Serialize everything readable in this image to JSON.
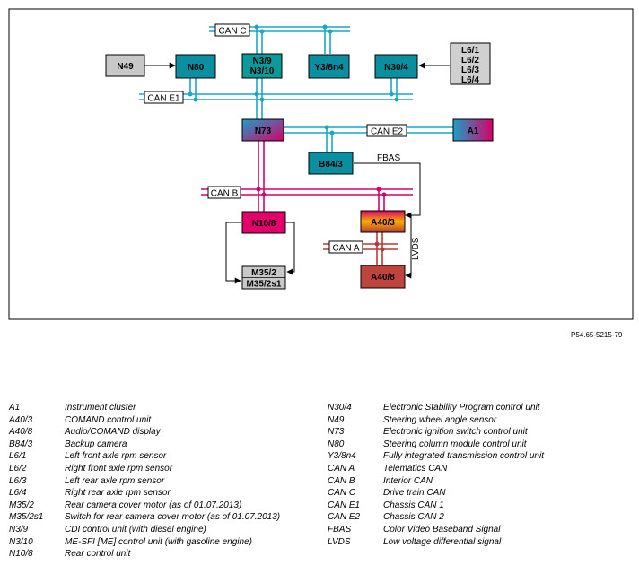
{
  "buses": {
    "can_c": "CAN C",
    "can_e1": "CAN E1",
    "can_e2": "CAN E2",
    "can_b": "CAN B",
    "can_a": "CAN A",
    "fbas": "FBAS",
    "lvds": "LVDS"
  },
  "nodes": {
    "n49": "N49",
    "n80": "N80",
    "n3_9": "N3/9",
    "n3_10": "N3/10",
    "y3_8n4": "Y3/8n4",
    "n30_4": "N30/4",
    "l6": [
      "L6/1",
      "L6/2",
      "L6/3",
      "L6/4"
    ],
    "n73": "N73",
    "a1": "A1",
    "b84_3": "B84/3",
    "n10_8": "N10/8",
    "a40_3": "A40/3",
    "m35_2": "M35/2",
    "m35_2s1": "M35/2s1",
    "a40_8": "A40/8"
  },
  "colors": {
    "can_blue": "#1aa6c8",
    "can_pink": "#d8006a",
    "can_red": "#b83a3a",
    "teal": "#0a8fa0",
    "grey_box": "#c8c8c8",
    "pink_box": "#e4006a",
    "red_box": "#c0443e"
  },
  "ref_code": "P54.65-5215-79",
  "legend_left": [
    {
      "code": "A1",
      "desc": "Instrument cluster"
    },
    {
      "code": "A40/3",
      "desc": "COMAND control unit"
    },
    {
      "code": "A40/8",
      "desc": "Audio/COMAND display"
    },
    {
      "code": "B84/3",
      "desc": "Backup camera"
    },
    {
      "code": "L6/1",
      "desc": "Left front axle rpm sensor"
    },
    {
      "code": "L6/2",
      "desc": "Right front axle rpm sensor"
    },
    {
      "code": "L6/3",
      "desc": "Left rear axle rpm sensor"
    },
    {
      "code": "L6/4",
      "desc": "Right rear axle rpm sensor"
    },
    {
      "code": "M35/2",
      "desc": "Rear camera cover motor (as of 01.07.2013)"
    },
    {
      "code": "M35/2s1",
      "desc": "Switch for rear camera cover motor (as of 01.07.2013)"
    },
    {
      "code": "N3/9",
      "desc": "CDI control unit (with diesel engine)"
    },
    {
      "code": "N3/10",
      "desc": "ME-SFI [ME] control unit (with gasoline engine)"
    },
    {
      "code": "N10/8",
      "desc": "Rear control unit"
    }
  ],
  "legend_right": [
    {
      "code": "N30/4",
      "desc": "Electronic Stability Program control unit"
    },
    {
      "code": "N49",
      "desc": "Steering wheel angle sensor"
    },
    {
      "code": "N73",
      "desc": "Electronic ignition switch control unit"
    },
    {
      "code": "N80",
      "desc": "Steering column module control unit"
    },
    {
      "code": "Y3/8n4",
      "desc": "Fully integrated transmission control unit"
    },
    {
      "code": "CAN A",
      "desc": "Telematics CAN"
    },
    {
      "code": "CAN B",
      "desc": "Interior CAN"
    },
    {
      "code": "CAN C",
      "desc": "Drive train CAN"
    },
    {
      "code": "CAN E1",
      "desc": "Chassis CAN 1"
    },
    {
      "code": "CAN E2",
      "desc": "Chassis CAN 2"
    },
    {
      "code": "FBAS",
      "desc": "Color Video Baseband Signal"
    },
    {
      "code": "LVDS",
      "desc": "Low voltage differential signal"
    }
  ]
}
